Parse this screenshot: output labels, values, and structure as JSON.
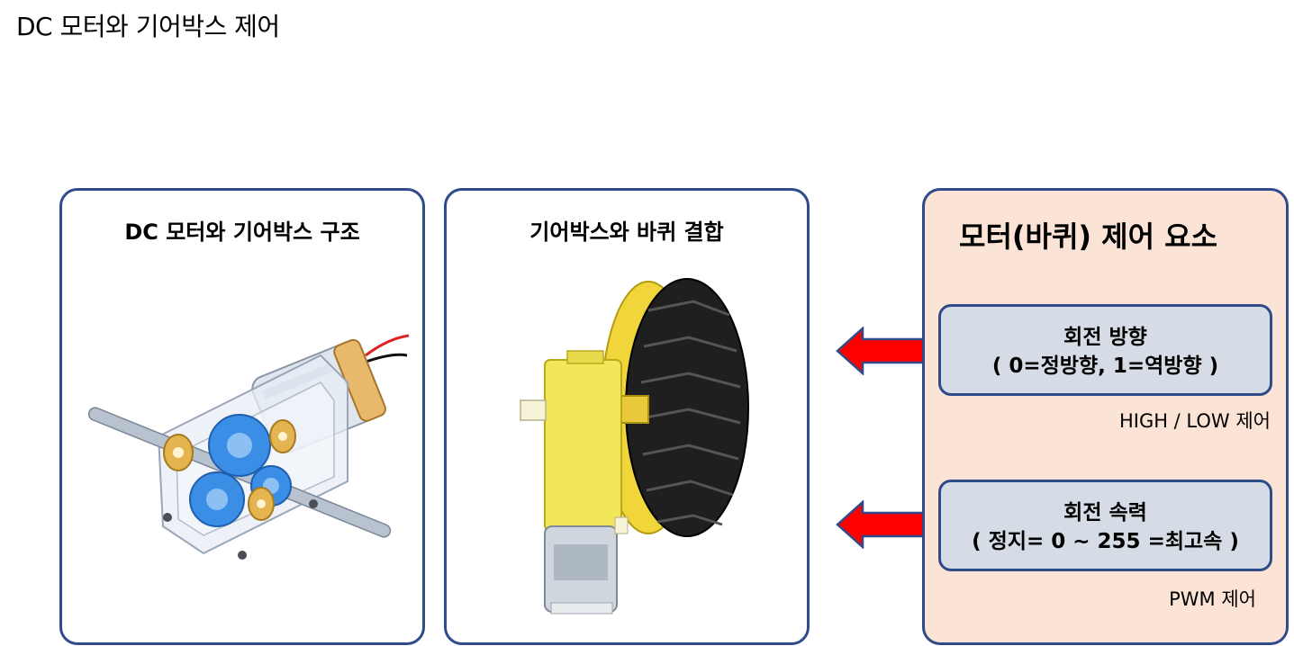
{
  "slide": {
    "title": "DC 모터와 기어박스 제어"
  },
  "panels": {
    "structure": {
      "title": "DC 모터와 기어박스 구조"
    },
    "wheel": {
      "title": "기어박스와 바퀴 결합"
    },
    "control": {
      "title": "모터(바퀴) 제어 요소",
      "direction": {
        "line1": "회전 방향",
        "line2": "( 0=정방향, 1=역방향 )",
        "note": "HIGH / LOW 제어"
      },
      "speed": {
        "line1": "회전 속력",
        "line2": "( 정지= 0 ~ 255 =최고속 )",
        "note": "PWM 제어"
      }
    }
  },
  "colors": {
    "panel_border": "#2f4b8a",
    "control_bg": "#fbe4d6",
    "box_bg": "#d6dce5",
    "arrow_fill": "#ff0000"
  }
}
